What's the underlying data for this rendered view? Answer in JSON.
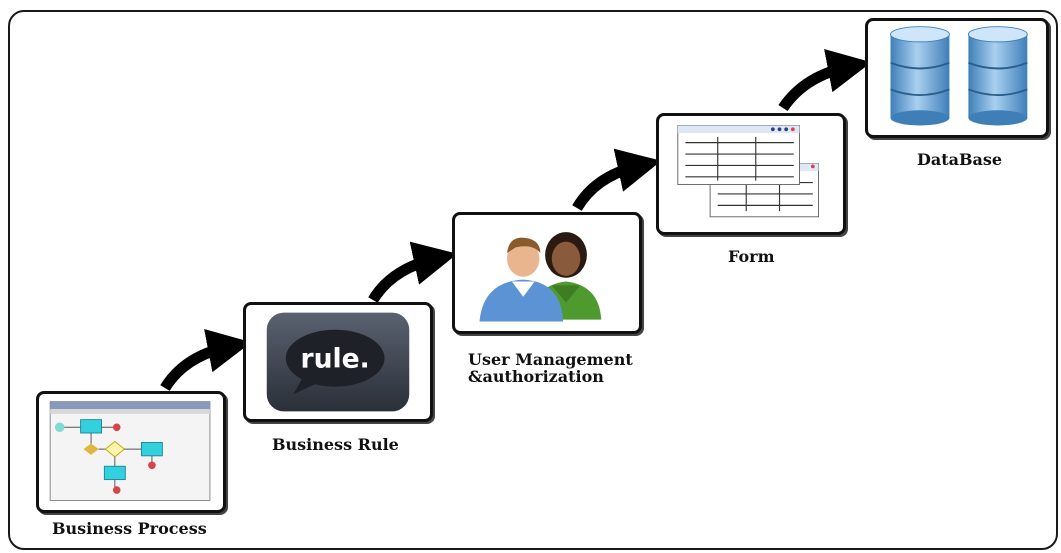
{
  "steps": [
    {
      "label": "Business Process",
      "icon": "flowchart-icon"
    },
    {
      "label": "Business Rule",
      "icon": "speech-bubble-icon",
      "icon_text": "rule."
    },
    {
      "label_lines": [
        "User Management",
        "&authorization"
      ],
      "icon": "users-icon"
    },
    {
      "label": "Form",
      "icon": "form-table-icon"
    },
    {
      "label": "DataBase",
      "icon": "database-icon"
    }
  ],
  "colors": {
    "arrow": "#000000",
    "border": "#111111",
    "db": "#6aa6d8",
    "flow_box": "#33d1e0",
    "flow_node": "#d9434a"
  }
}
